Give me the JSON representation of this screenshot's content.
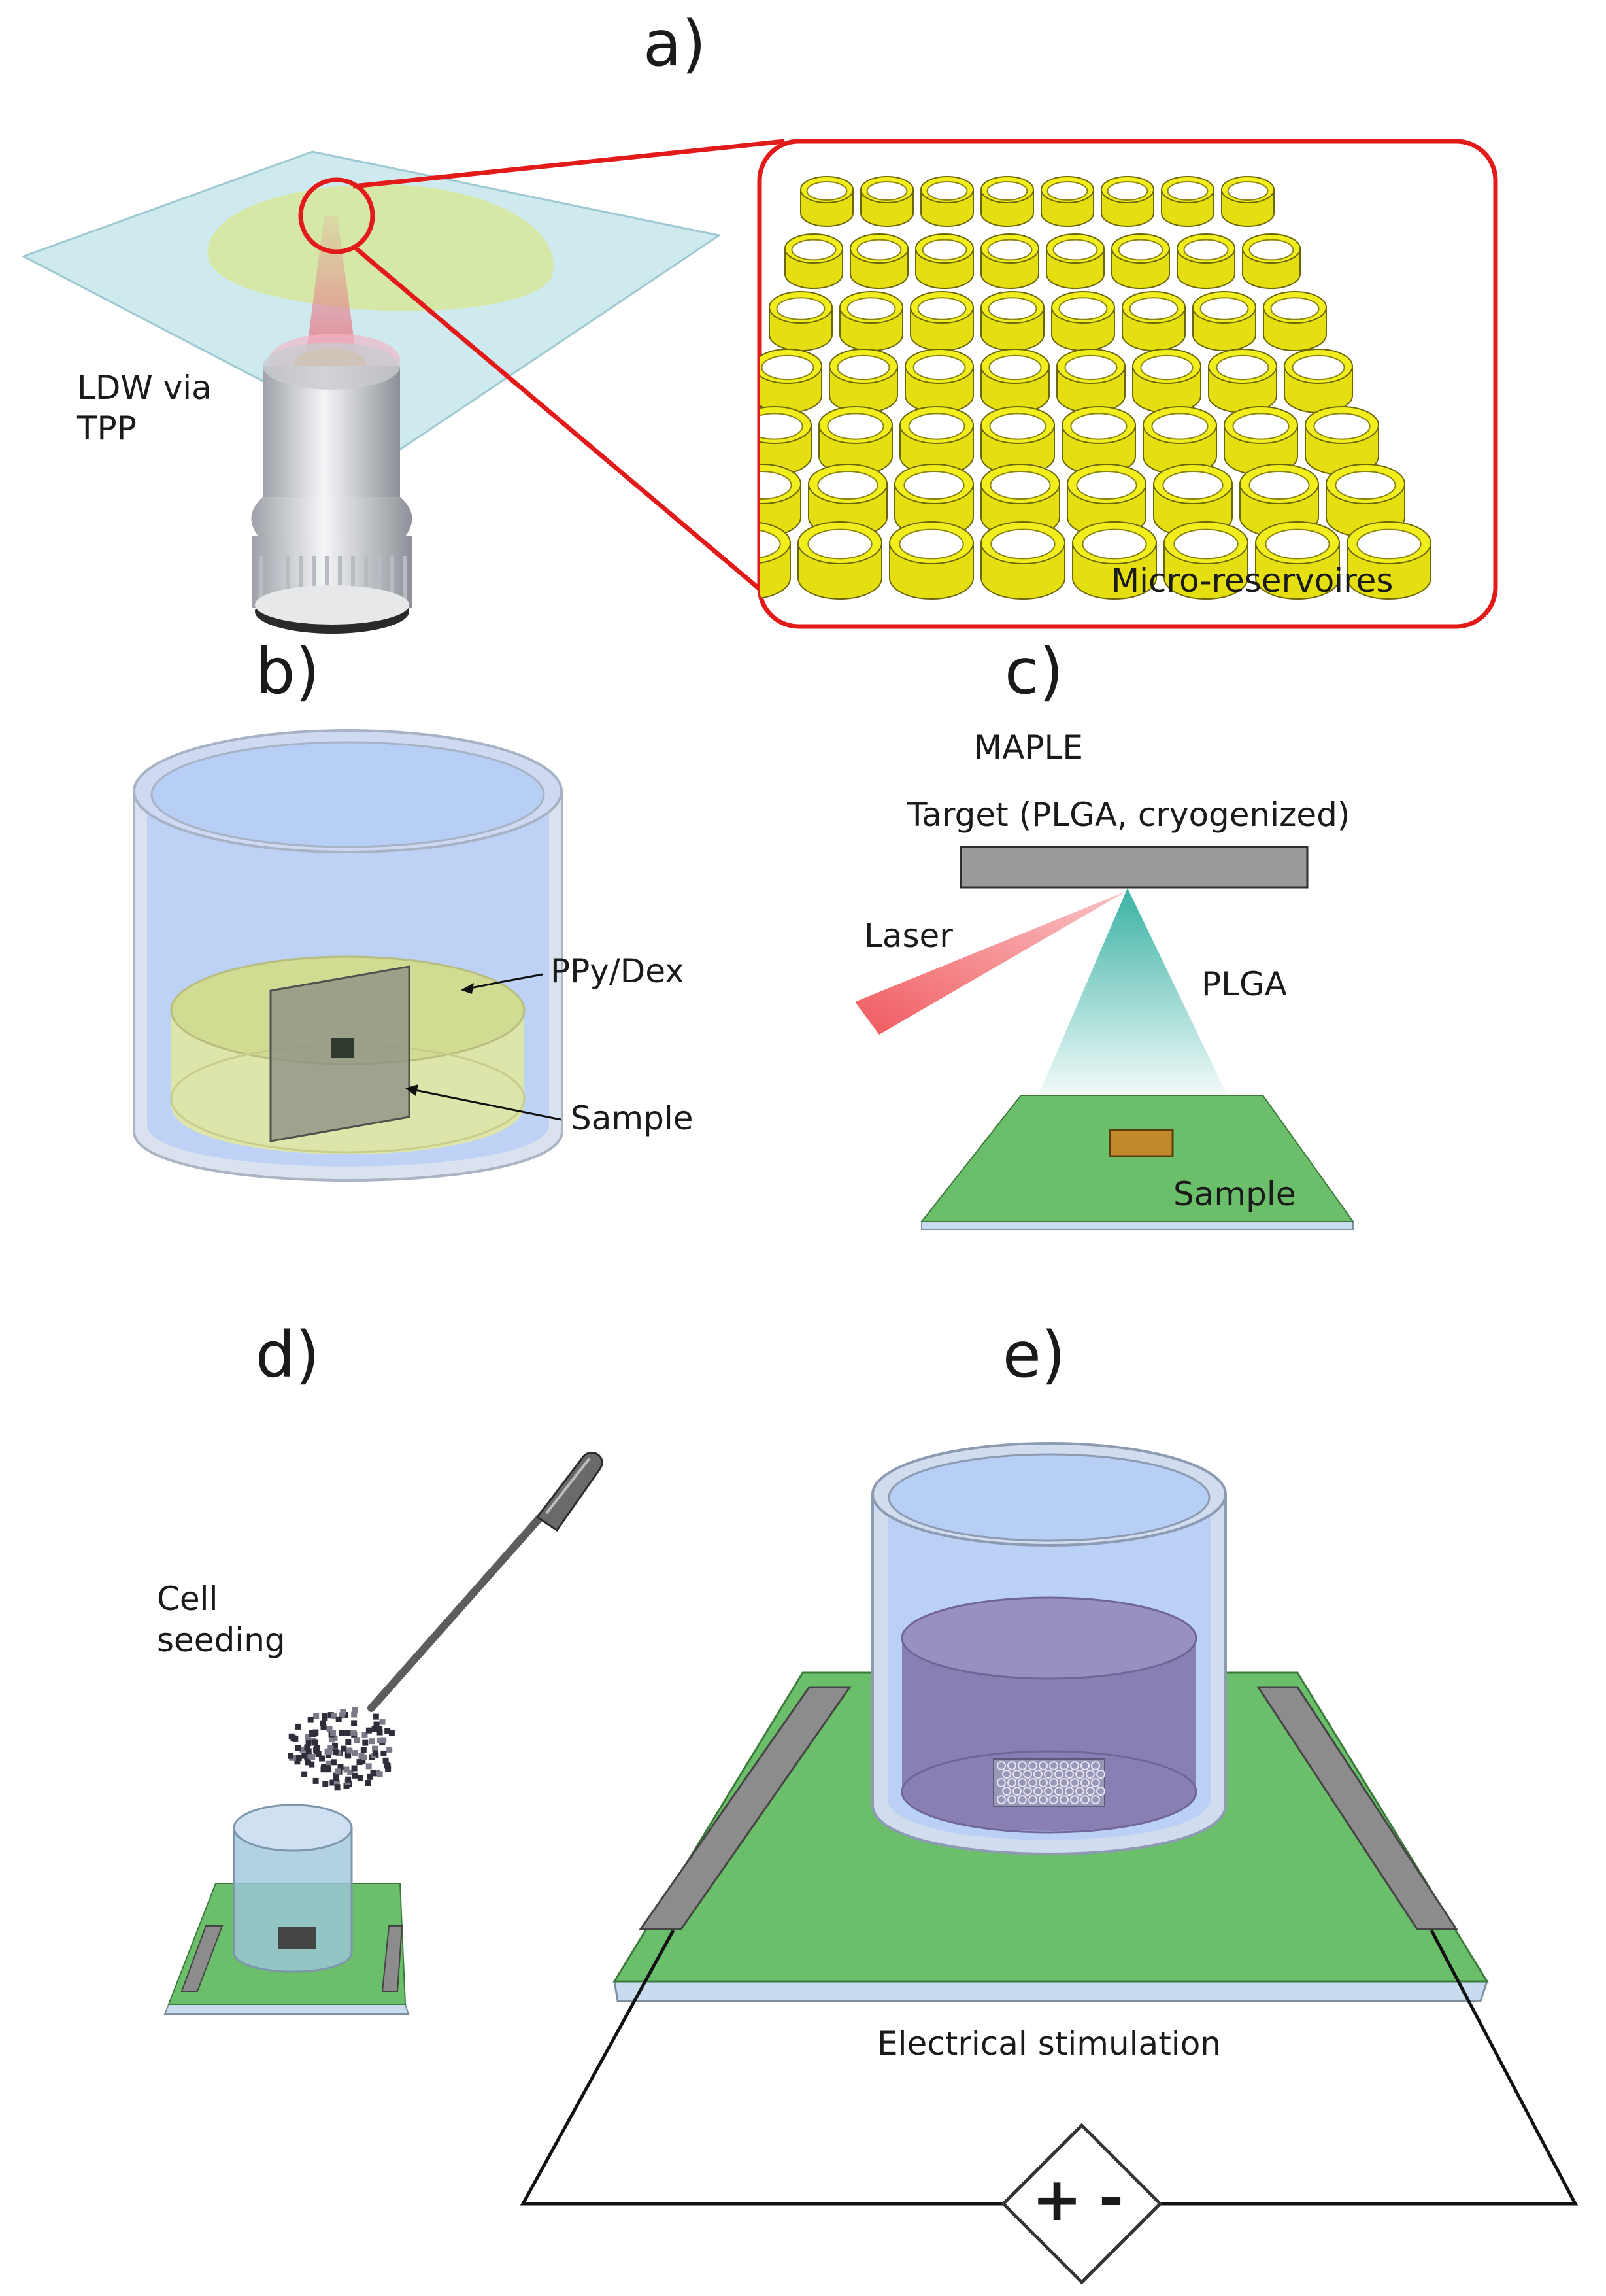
{
  "panels": {
    "a": {
      "label": "a)",
      "method_label_line1": "LDW via",
      "method_label_line2": "TPP",
      "inset_caption": "Micro-reservoires"
    },
    "b": {
      "label": "b)",
      "solution_label": "PPy/Dex",
      "sample_label": "Sample"
    },
    "c": {
      "label": "c)",
      "technique": "MAPLE",
      "target_label": "Target (PLGA, cryogenized)",
      "laser_label": "Laser",
      "plume_label": "PLGA",
      "sample_label": "Sample"
    },
    "d": {
      "label": "d)",
      "caption_line1": "Cell",
      "caption_line2": "seeding"
    },
    "e": {
      "label": "e)",
      "caption": "Electrical stimulation",
      "plus_symbol": "+",
      "minus_symbol": "-"
    }
  },
  "colors": {
    "glass": "#bfe3ea",
    "drop": "#d6e79a",
    "reservoir": "#f2ee1e",
    "highlight_red": "#e21a1a",
    "board_green": "#6bbf6b",
    "electrode_grey": "#8c8c8c",
    "beaker_blue": "#b7cff5",
    "liquid_yellow": "#dfe6a6",
    "liquid_purple": "#8a7fb2",
    "plume_teal": "#3fb5a7",
    "target_grey": "#9a9a9a"
  },
  "icons": {
    "objective": "microscope-objective-icon",
    "pipette": "pipette-icon",
    "power_source": "power-supply-icon"
  }
}
